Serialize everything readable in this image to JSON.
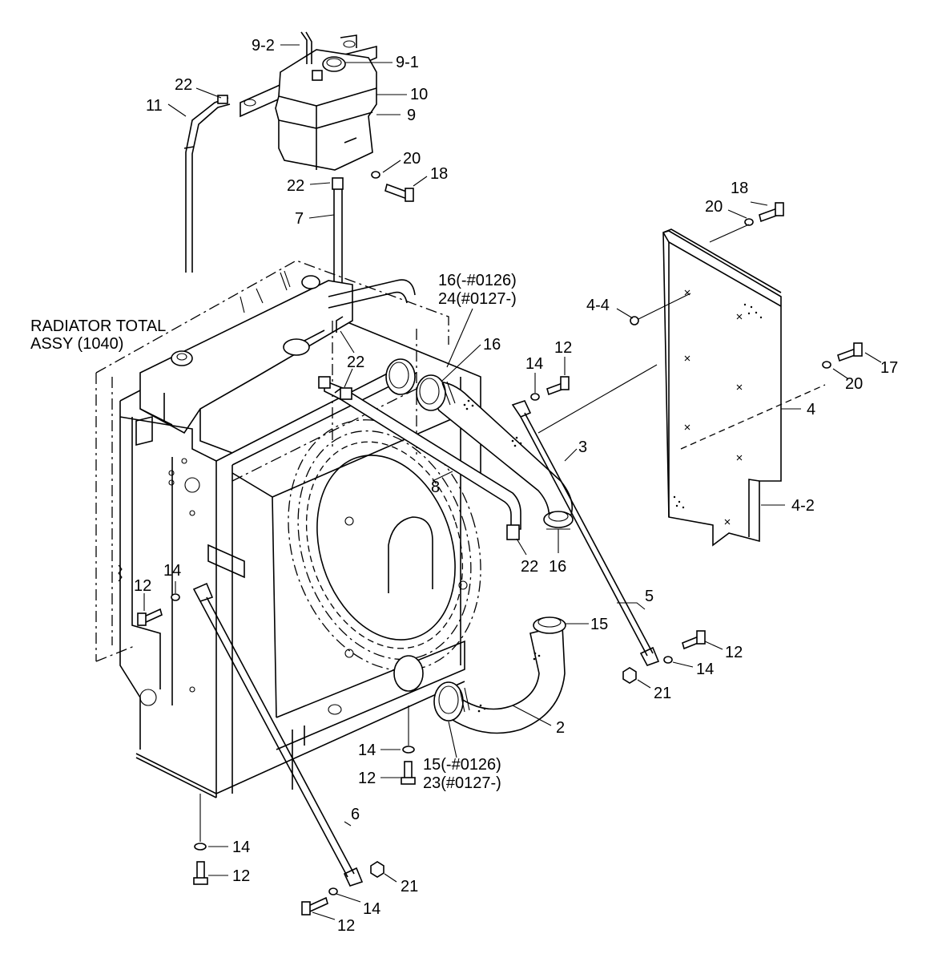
{
  "assembly_label": {
    "line1": "RADIATOR TOTAL",
    "line2": "ASSY (1040)"
  },
  "callouts": {
    "c9_2": "9-2",
    "c9_1": "9-1",
    "c10": "10",
    "c9": "9",
    "c22_top": "22",
    "c11": "11",
    "c20_top": "20",
    "c18_top": "18",
    "c22_mid": "22",
    "c7": "7",
    "c18_right": "18",
    "c20_right_top": "20",
    "c16_24_line1": "16(-#0126)",
    "c16_24_line2": "24(#0127-)",
    "c4_4": "4-4",
    "c16_upper": "16",
    "c22_left": "22",
    "c14_upper": "14",
    "c12_upper": "12",
    "c17": "17",
    "c20_right": "20",
    "c4": "4",
    "c3": "3",
    "c8": "8",
    "c4_2": "4-2",
    "c22_lower": "22",
    "c16_lower": "16",
    "c14_left": "14",
    "c12_left": "12",
    "c5": "5",
    "c15": "15",
    "c12_right": "12",
    "c14_right": "14",
    "c21_right": "21",
    "c2": "2",
    "c14_mid": "14",
    "c15_23_line1": "15(-#0126)",
    "c12_mid": "12",
    "c15_23_line2": "23(#0127-)",
    "c6": "6",
    "c14_bottom": "14",
    "c12_bottom": "12",
    "c21_bottom": "21",
    "c14_bottom2": "14",
    "c12_bottom2": "12"
  }
}
